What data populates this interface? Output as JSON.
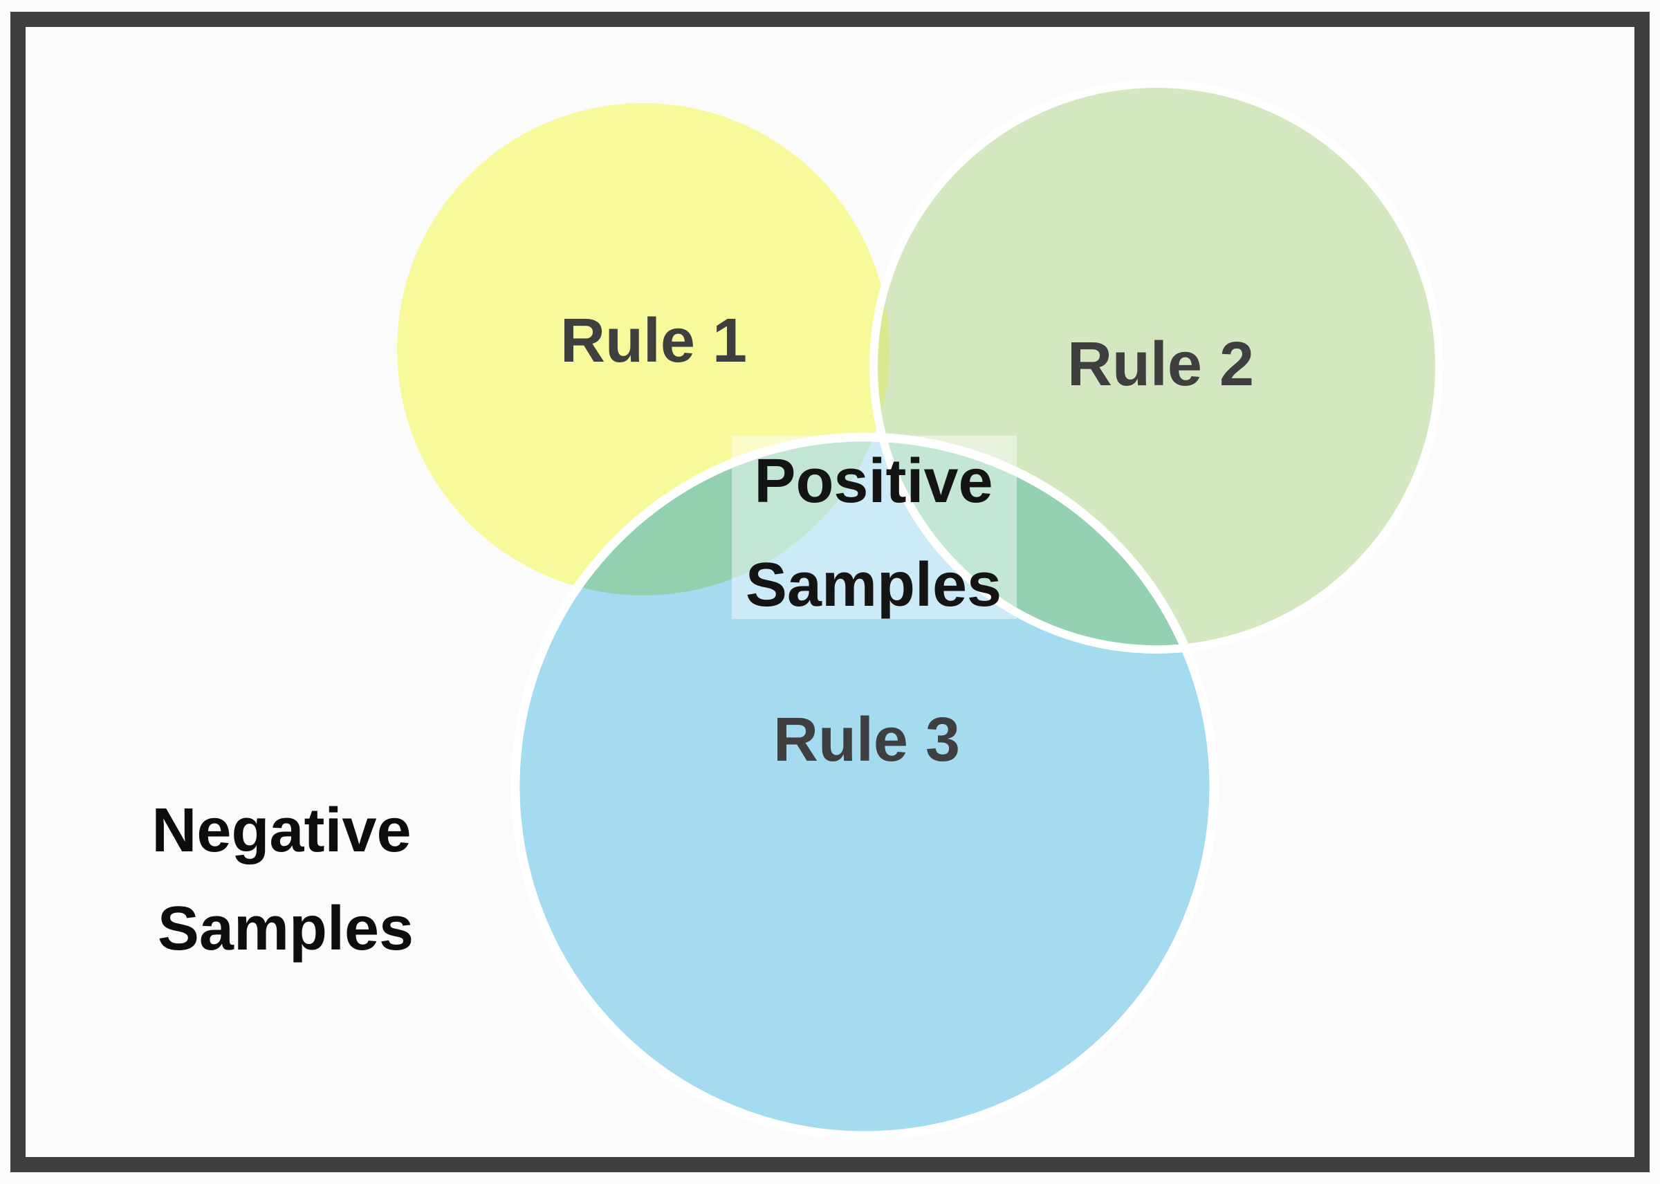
{
  "canvas": {
    "background": "#fbfbfb",
    "frame_color": "#3f3f3f"
  },
  "circle_outline_color": "#ffffff",
  "circles": [
    {
      "id": "rule1",
      "label": "Rule 1",
      "color": "#f8f99b",
      "label_color": "#3f3f3f"
    },
    {
      "id": "rule2",
      "label": "Rule 2",
      "color": "#d3e8c0",
      "label_color": "#3f3f3f"
    },
    {
      "id": "rule3",
      "label": "Rule 3",
      "color": "#a4dbf1",
      "label_color": "#3f3f3f"
    }
  ],
  "overlaps": {
    "rule1_rule2": "#d9e98f",
    "rule1_rule3": "#93d0b0",
    "rule2_rule3": "#93d1b2"
  },
  "labels": {
    "positive": {
      "line1": "Positive",
      "line2": "Samples",
      "color": "#141414"
    },
    "negative": {
      "line1": "Negative",
      "line2": "Samples",
      "color": "#0d0d0d"
    }
  }
}
